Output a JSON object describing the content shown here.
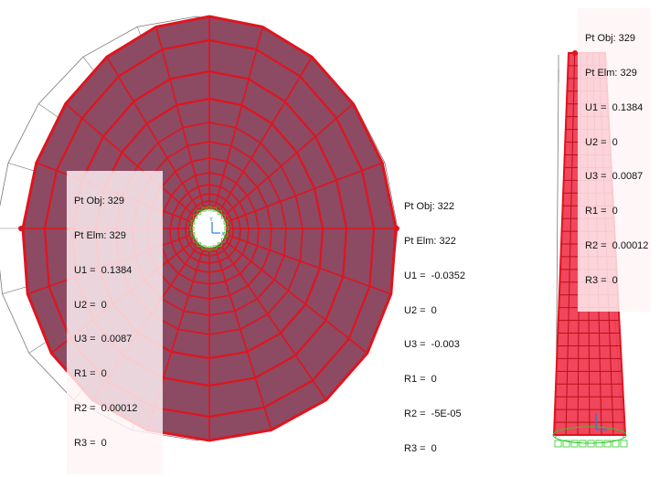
{
  "colors": {
    "shell_fill": "#8c4a63",
    "mesh_red": "#e0141e",
    "undeformed_grey": "#7a7a7a",
    "column_fill": "#f0324a",
    "support_green": "#2ccc22",
    "axis_blue": "#2a7dd8"
  },
  "views": {
    "plan": {
      "label_329": {
        "pt_obj": "Pt Obj: 329",
        "pt_elm": "Pt Elm: 329",
        "u1": "U1 =  0.1384",
        "u2": "U2 =  0",
        "u3": "U3 =  0.0087",
        "r1": "R1 =  0",
        "r2": "R2 =  0.00012",
        "r3": "R3 =  0"
      },
      "label_322": {
        "pt_obj": "Pt Obj: 322",
        "pt_elm": "Pt Elm: 322",
        "u1": "U1 =  -0.0352",
        "u2": "U2 =  0",
        "u3": "U3 =  -0.003",
        "r1": "R1 =  0",
        "r2": "R2 =  -5E-05",
        "r3": "R3 =  0"
      },
      "axis": {
        "y": "Y",
        "x": "X"
      }
    },
    "elevation": {
      "label_329": {
        "pt_obj": "Pt Obj: 329",
        "pt_elm": "Pt Elm: 329",
        "u1": "U1 =  0.1384",
        "u2": "U2 =  0",
        "u3": "U3 =  0.0087",
        "r1": "R1 =  0",
        "r2": "R2 =  0.00012",
        "r3": "R3 =  0"
      }
    }
  }
}
